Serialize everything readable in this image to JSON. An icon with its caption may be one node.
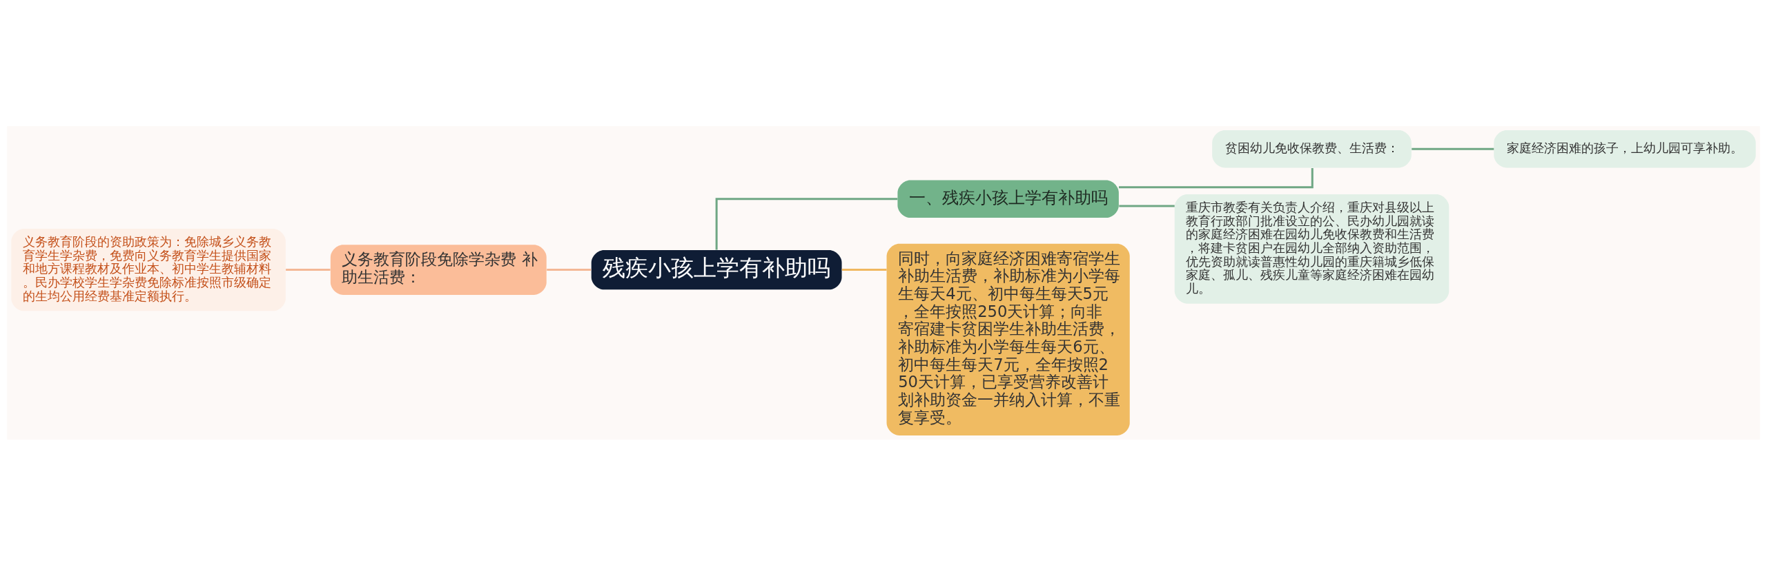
{
  "diagram": {
    "nodes": [
      {
        "text": [
          "残疾小孩上学有补助吗"
        ]
      },
      {
        "text": [
          "一、残疾小孩上学有补助吗"
        ]
      },
      {
        "text": [
          "贫困幼儿免收保教费、生活费："
        ]
      },
      {
        "text": [
          "家庭经济困难的孩子，上幼儿园可享补助。"
        ]
      },
      {
        "text": [
          "重庆市教委有关负责人介绍，重庆对县级以上教育行政部门批准设立的公、民办幼儿园就读的家庭经济困难在园幼儿免收保教费和生活费，将建卡贫困户在园幼儿全部纳入资助范围，优先资助就读普惠性幼儿园的重庆籍城乡低保家庭、孤儿、残疾儿童等家庭经济困难在园幼儿。"
        ]
      },
      {
        "text": [
          "同时，向家庭经济困难寄宿学生补助生活费，补助标准为小学每生每天4元、初中每生每天5元，全年按照250天计算；向非寄宿建卡贫困学生补助生活费，补助标准为小学每生每天6元、初中每生每天7元，全年按照250天计算，已享受营养改善计划补助资金一并纳入计算，不重复享受。"
        ]
      },
      {
        "text": [
          "义务教育阶段免除学杂费 补助生活费："
        ]
      },
      {
        "text": [
          "义务教育阶段的资助政策为：免除城乡义务教育学生学杂费，免费向义务教育学生提供国家和地方课程教材及作业本、初中学生教辅材料。民办学校学生学杂费免除标准按照市级确定的生均公用经费基准定额执行。"
        ]
      }
    ],
    "edges": [
      {
        "from": 0,
        "to": 1,
        "arrow": "none"
      },
      {
        "from": 1,
        "to": 2,
        "arrow": "none"
      },
      {
        "from": 2,
        "to": 3,
        "arrow": "none"
      },
      {
        "from": 1,
        "to": 4,
        "arrow": "none"
      },
      {
        "from": 0,
        "to": 5,
        "arrow": "none",
        "color": "#f0b860"
      },
      {
        "from": 0,
        "to": 6,
        "arrow": "none",
        "color": "#f4b896"
      },
      {
        "from": 6,
        "to": 7,
        "arrow": "none",
        "color": "#f4b896"
      }
    ]
  }
}
